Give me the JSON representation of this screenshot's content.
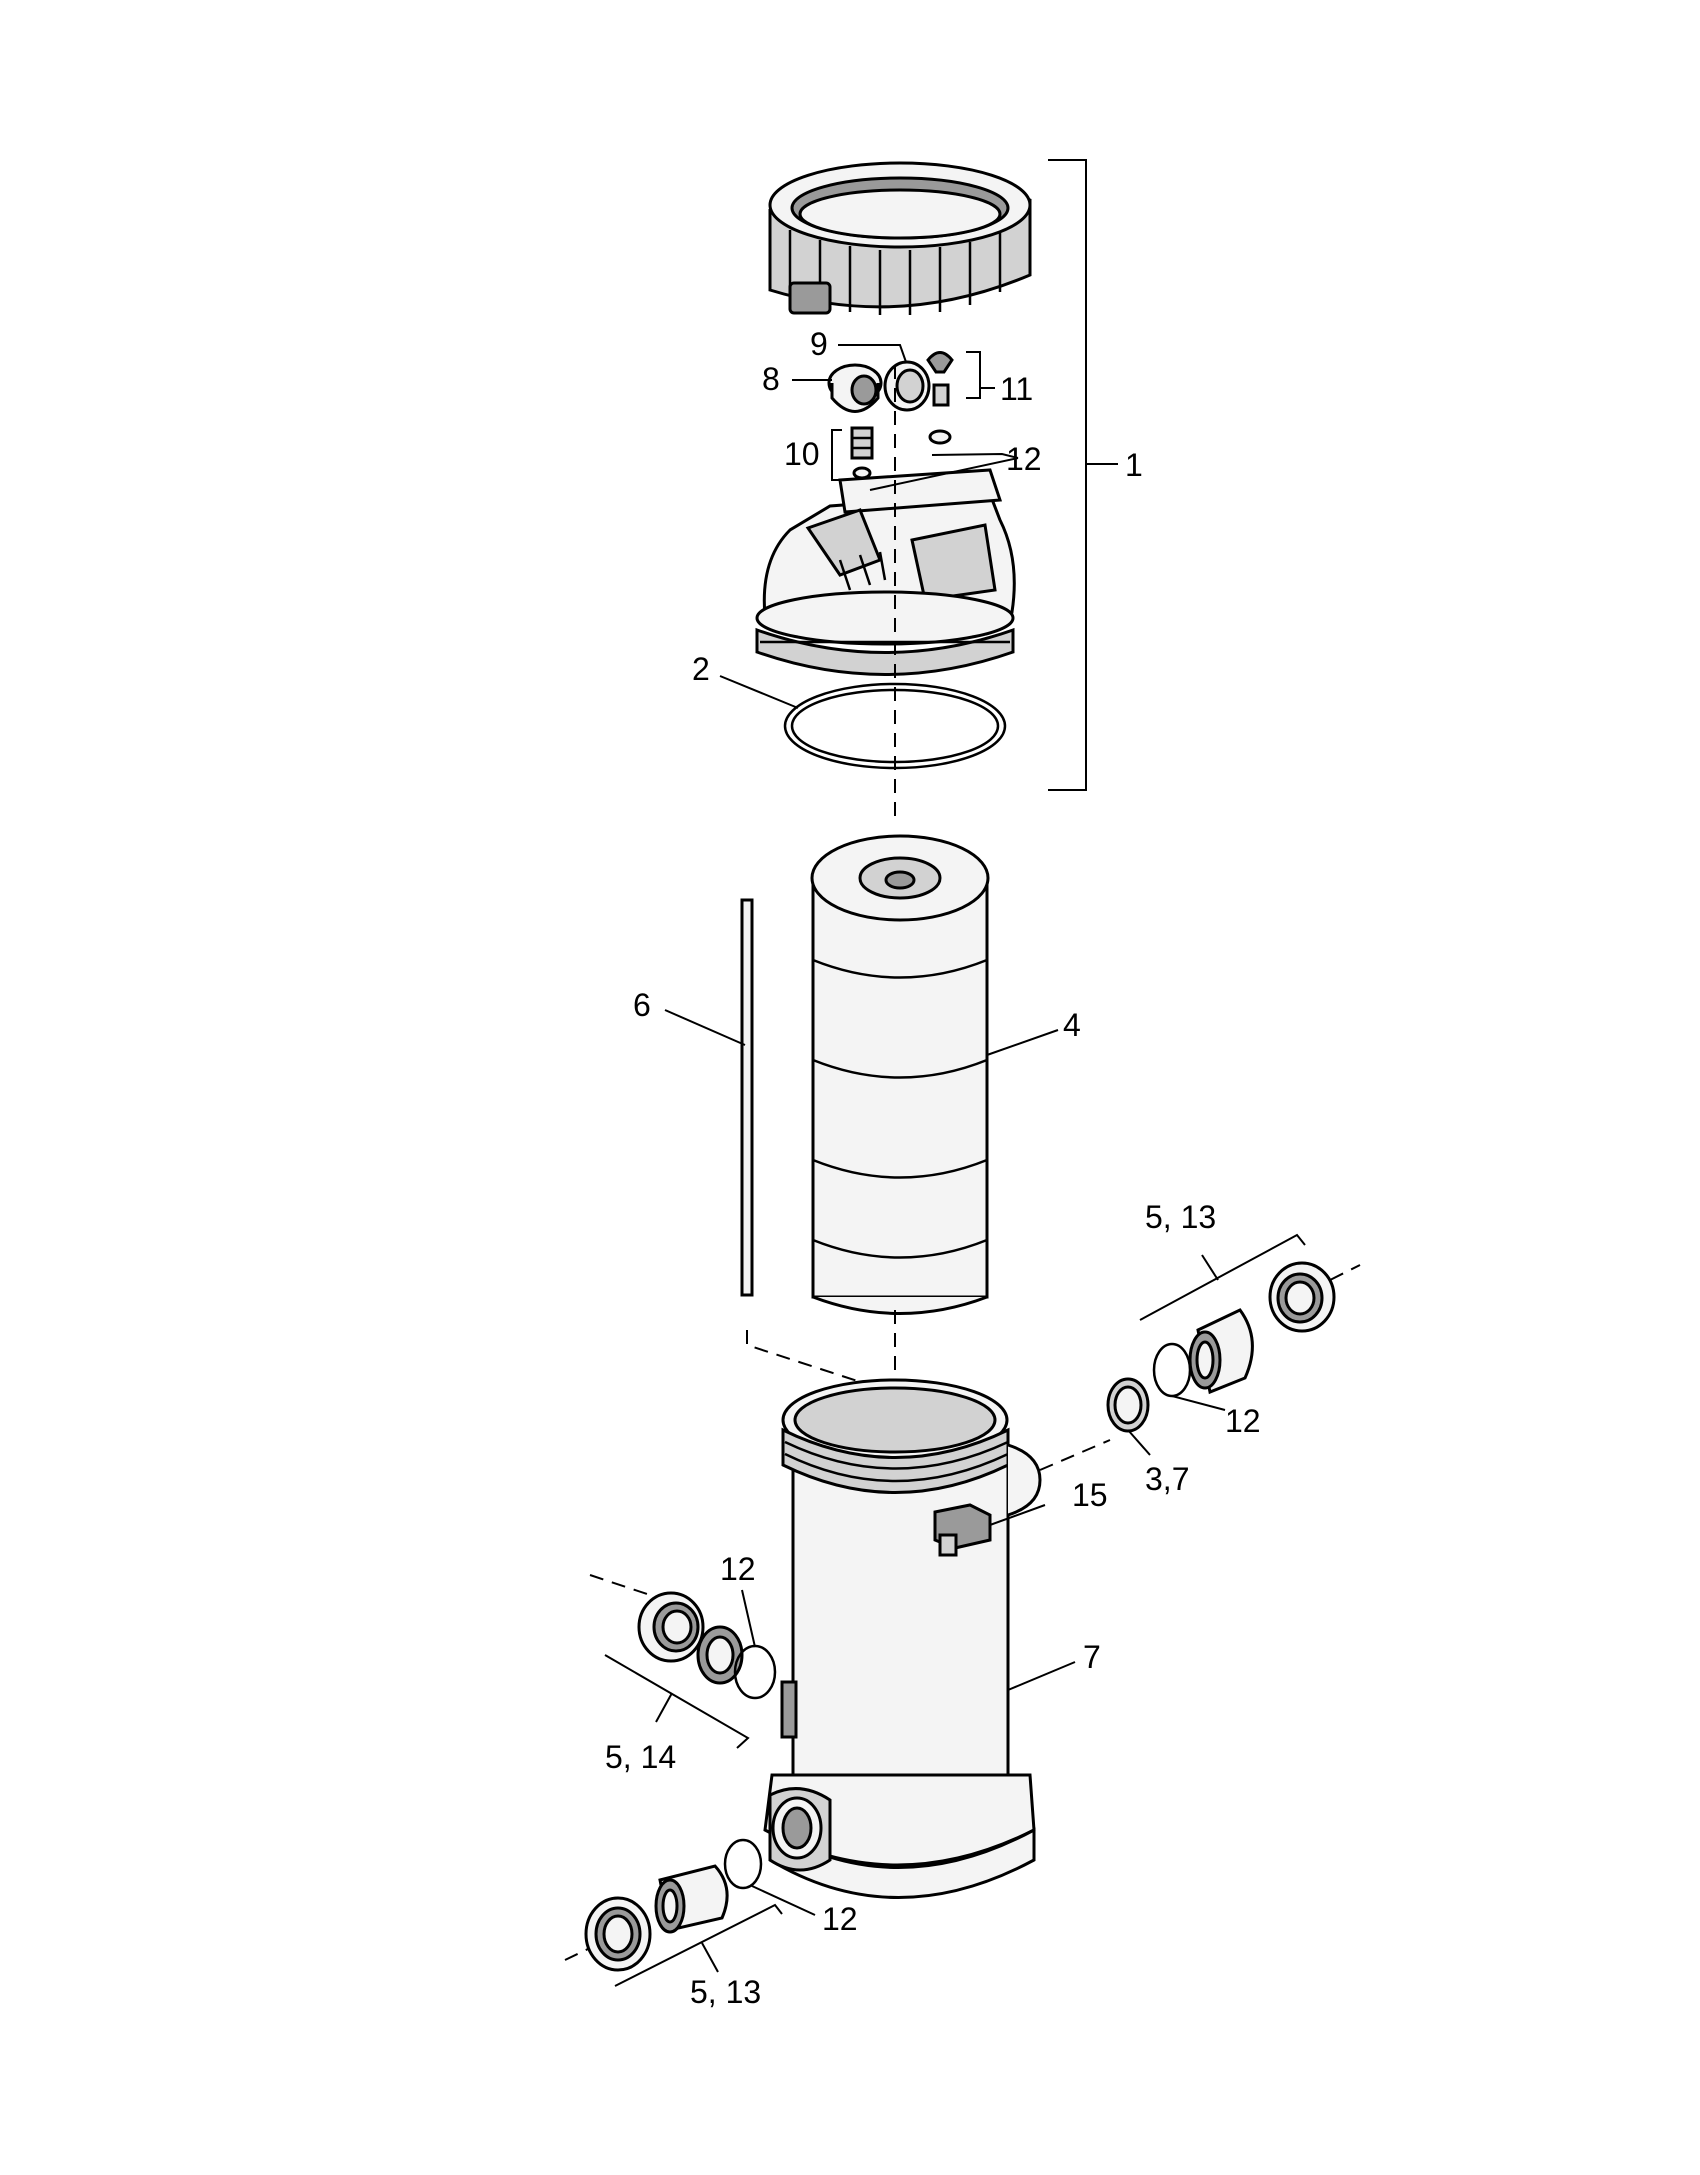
{
  "diagram": {
    "callouts": {
      "c1": "1",
      "c2": "2",
      "c4": "4",
      "c6": "6",
      "c7": "7",
      "c8": "8",
      "c9": "9",
      "c10": "10",
      "c11": "11",
      "c12_top": "12",
      "c5_13_right": "5, 13",
      "c12_right": "12",
      "c3_7": "3,7",
      "c15": "15",
      "c12_left": "12",
      "c5_14": "5, 14",
      "c12_bottom": "12",
      "c5_13_bottom": "5, 13"
    }
  }
}
